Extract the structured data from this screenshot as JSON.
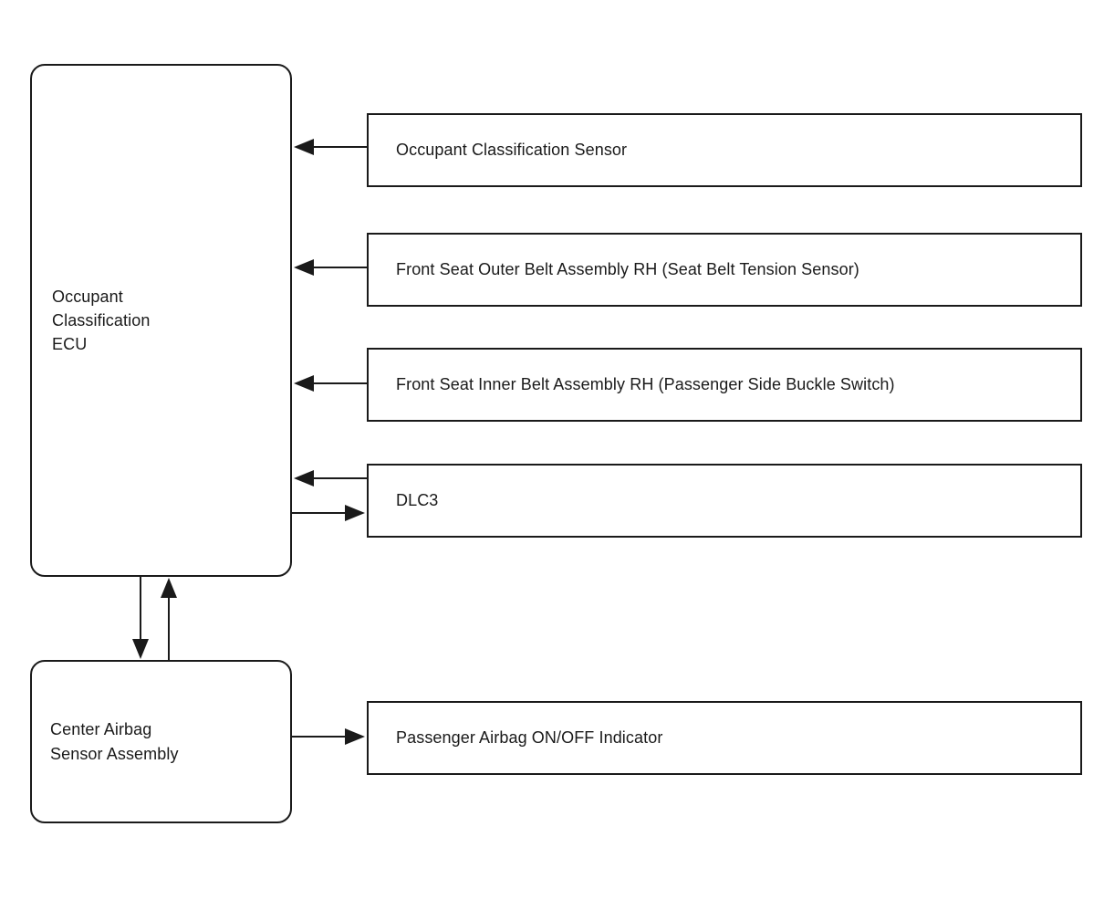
{
  "diagram": {
    "title": "Occupant Classification System Block Diagram",
    "background_color": "#ffffff",
    "line_color": "#1a1a1a",
    "text_color": "#1a1a1a"
  },
  "nodes": {
    "ecu": {
      "label": "Occupant\nClassification\nECU",
      "shape": "rounded-rectangle"
    },
    "center_airbag_sensor": {
      "label": "Center Airbag\nSensor Assembly",
      "shape": "rounded-rectangle"
    },
    "occupant_classification_sensor": {
      "label": "Occupant Classification Sensor",
      "shape": "rectangle"
    },
    "outer_belt": {
      "label": "Front Seat Outer Belt Assembly RH (Seat Belt Tension Sensor)",
      "shape": "rectangle"
    },
    "inner_belt": {
      "label": "Front Seat Inner Belt Assembly RH (Passenger Side Buckle Switch)",
      "shape": "rectangle"
    },
    "dlc3": {
      "label": "DLC3",
      "shape": "rectangle"
    },
    "passenger_airbag_indicator": {
      "label": "Passenger Airbag ON/OFF Indicator",
      "shape": "rectangle"
    }
  },
  "connections": [
    {
      "name": "sensor-to-ecu",
      "from": "occupant_classification_sensor",
      "to": "ecu",
      "direction": "left"
    },
    {
      "name": "outer-belt-to-ecu",
      "from": "outer_belt",
      "to": "ecu",
      "direction": "left"
    },
    {
      "name": "inner-belt-to-ecu",
      "from": "inner_belt",
      "to": "ecu",
      "direction": "left"
    },
    {
      "name": "dlc3-to-ecu",
      "from": "dlc3",
      "to": "ecu",
      "direction": "left"
    },
    {
      "name": "ecu-to-dlc3",
      "from": "ecu",
      "to": "dlc3",
      "direction": "right"
    },
    {
      "name": "ecu-to-center-airbag-sensor",
      "from": "ecu",
      "to": "center_airbag_sensor",
      "direction": "down"
    },
    {
      "name": "center-airbag-sensor-to-ecu",
      "from": "center_airbag_sensor",
      "to": "ecu",
      "direction": "up"
    },
    {
      "name": "center-airbag-sensor-to-indicator",
      "from": "center_airbag_sensor",
      "to": "passenger_airbag_indicator",
      "direction": "right"
    }
  ]
}
